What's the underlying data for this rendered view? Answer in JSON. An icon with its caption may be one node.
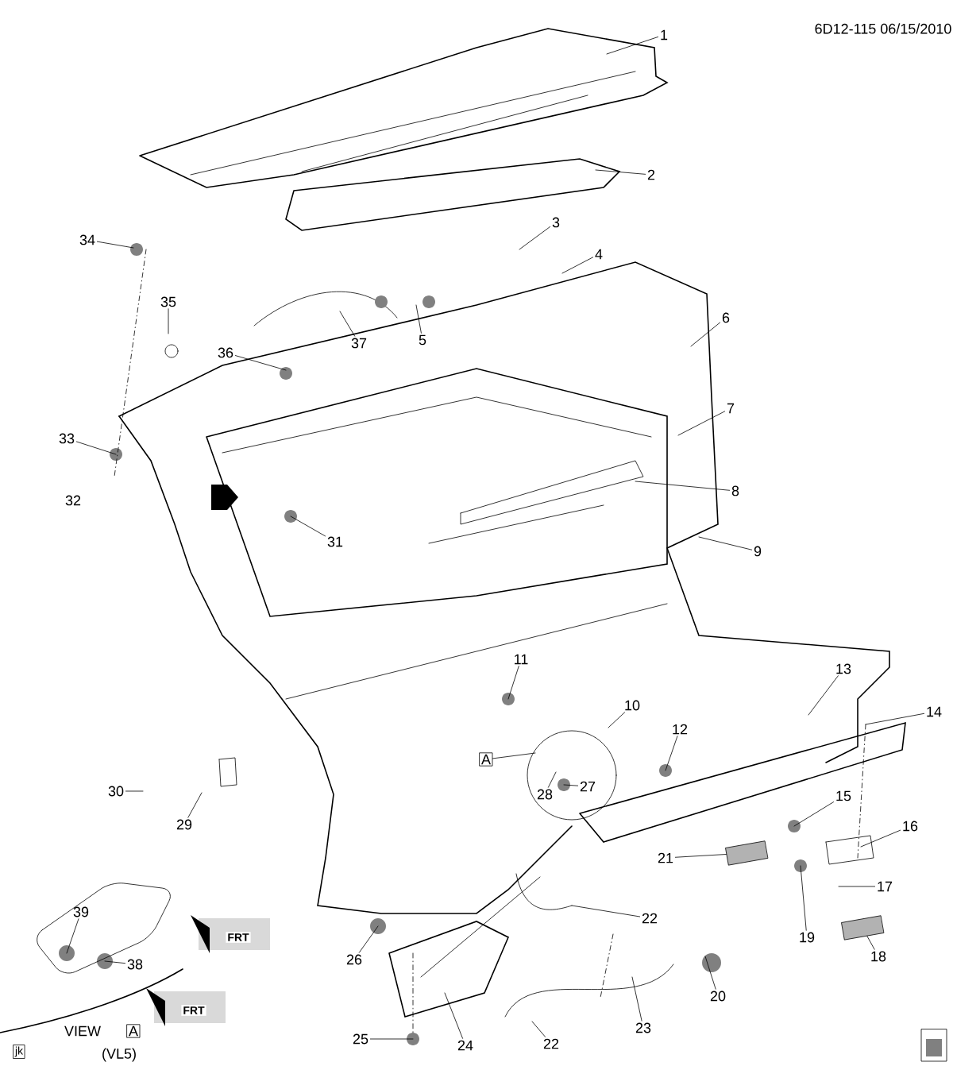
{
  "diagram": {
    "nodes": [
      {
        "text": [
          "1"
        ]
      },
      {
        "text": [
          "2"
        ]
      },
      {
        "text": [
          "3"
        ]
      },
      {
        "text": [
          "4"
        ]
      },
      {
        "text": [
          "5"
        ]
      },
      {
        "text": [
          "6"
        ]
      },
      {
        "text": [
          "7"
        ]
      },
      {
        "text": [
          "8"
        ]
      },
      {
        "text": [
          "9"
        ]
      },
      {
        "text": [
          "10"
        ]
      },
      {
        "text": [
          "11"
        ]
      },
      {
        "text": [
          "12"
        ]
      },
      {
        "text": [
          "13"
        ]
      },
      {
        "text": [
          "14"
        ]
      },
      {
        "text": [
          "15"
        ]
      },
      {
        "text": [
          "16"
        ]
      },
      {
        "text": [
          "17"
        ]
      },
      {
        "text": [
          "18"
        ]
      },
      {
        "text": [
          "19"
        ]
      },
      {
        "text": [
          "20"
        ]
      },
      {
        "text": [
          "21"
        ]
      },
      {
        "text": [
          "22"
        ]
      },
      {
        "text": [
          "22"
        ]
      },
      {
        "text": [
          "23"
        ]
      },
      {
        "text": [
          "24"
        ]
      },
      {
        "text": [
          "25"
        ]
      },
      {
        "text": [
          "26"
        ]
      },
      {
        "text": [
          "27"
        ]
      },
      {
        "text": [
          "28"
        ]
      },
      {
        "text": [
          "29"
        ]
      },
      {
        "text": [
          "30"
        ]
      },
      {
        "text": [
          "31"
        ]
      },
      {
        "text": [
          "33"
        ]
      },
      {
        "text": [
          "34"
        ]
      },
      {
        "text": [
          "35"
        ]
      },
      {
        "text": [
          "36"
        ]
      },
      {
        "text": [
          "37"
        ]
      },
      {
        "text": [
          "38"
        ]
      },
      {
        "text": [
          "39"
        ]
      },
      {
        "text": [
          "A"
        ]
      },
      {
        "text": [],
        "shape": "box"
      },
      {
        "text": [],
        "shape": "box"
      }
    ],
    "edges": [
      {
        "from": 0,
        "to": null,
        "arrow": "none"
      },
      {
        "from": 1,
        "to": null,
        "arrow": "none"
      },
      {
        "from": 2,
        "to": null,
        "arrow": "none"
      },
      {
        "from": 3,
        "to": null,
        "arrow": "none"
      },
      {
        "from": 4,
        "to": null,
        "arrow": "none"
      },
      {
        "from": 5,
        "to": null,
        "arrow": "none"
      },
      {
        "from": 6,
        "to": null,
        "arrow": "none"
      },
      {
        "from": 7,
        "to": null,
        "arrow": "none"
      },
      {
        "from": 8,
        "to": null,
        "arrow": "none"
      },
      {
        "from": 9,
        "to": null,
        "arrow": "none"
      },
      {
        "from": 10,
        "to": null,
        "arrow": "none"
      },
      {
        "from": 11,
        "to": null,
        "arrow": "none"
      },
      {
        "from": 12,
        "to": null,
        "arrow": "none"
      },
      {
        "from": 13,
        "to": null,
        "arrow": "none"
      },
      {
        "from": 14,
        "to": null,
        "arrow": "none"
      },
      {
        "from": 15,
        "to": null,
        "arrow": "none"
      },
      {
        "from": 16,
        "to": null,
        "arrow": "none"
      },
      {
        "from": 17,
        "to": 41,
        "arrow": "none"
      },
      {
        "from": 18,
        "to": null,
        "arrow": "none"
      },
      {
        "from": 19,
        "to": null,
        "arrow": "none"
      },
      {
        "from": 20,
        "to": 40,
        "arrow": "none"
      },
      {
        "from": 21,
        "to": null,
        "arrow": "none"
      },
      {
        "from": 22,
        "to": null,
        "arrow": "none"
      },
      {
        "from": 23,
        "to": null,
        "arrow": "none"
      },
      {
        "from": 24,
        "to": null,
        "arrow": "none"
      },
      {
        "from": 25,
        "to": null,
        "arrow": "none"
      },
      {
        "from": 26,
        "to": null,
        "arrow": "none"
      },
      {
        "from": 27,
        "to": null,
        "arrow": "none"
      },
      {
        "from": 28,
        "to": null,
        "arrow": "none"
      },
      {
        "from": 29,
        "to": null,
        "arrow": "none"
      },
      {
        "from": 30,
        "to": null,
        "arrow": "none"
      },
      {
        "from": 31,
        "to": null,
        "arrow": "none"
      },
      {
        "from": 32,
        "to": null,
        "arrow": "none"
      },
      {
        "from": 33,
        "to": null,
        "arrow": "none"
      },
      {
        "from": 34,
        "to": null,
        "arrow": "none"
      },
      {
        "from": 35,
        "to": null,
        "arrow": "none"
      },
      {
        "from": 36,
        "to": null,
        "arrow": "none"
      },
      {
        "from": 37,
        "to": null,
        "arrow": "none"
      },
      {
        "from": 38,
        "to": null,
        "arrow": "none"
      },
      {
        "from": 39,
        "to": null,
        "arrow": "none"
      }
    ],
    "labels": [
      "6D12-115 06/15/2010",
      "32",
      "FRT",
      "FRT",
      "VIEW",
      "A",
      "(VL5)",
      "jk"
    ]
  }
}
